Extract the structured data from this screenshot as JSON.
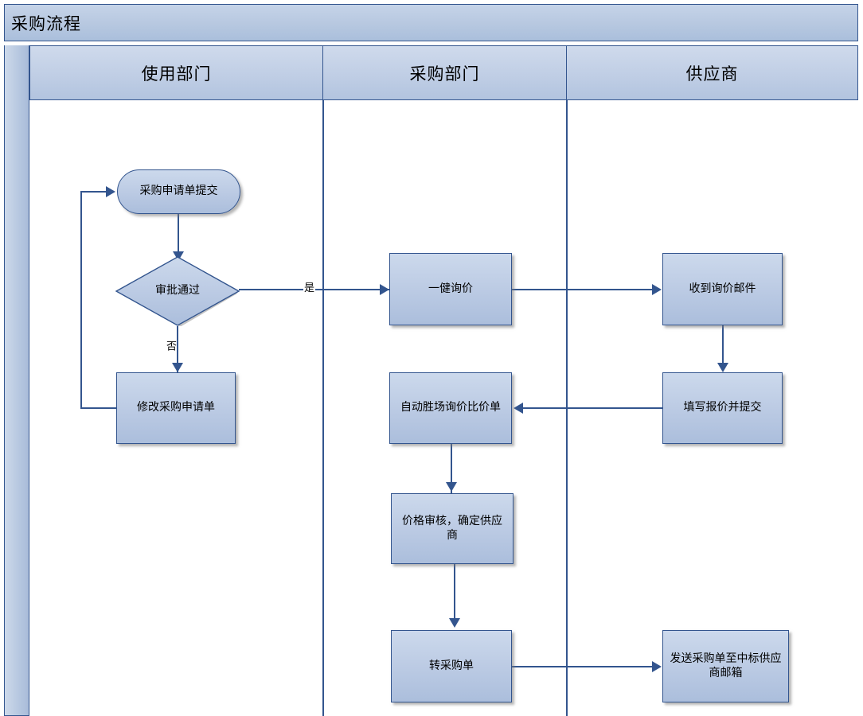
{
  "pool": {
    "title": "采购流程",
    "lanes": [
      {
        "label": "使用部门"
      },
      {
        "label": "采购部门"
      },
      {
        "label": "供应商"
      }
    ]
  },
  "nodes": {
    "submit_request": {
      "label": "采购申请单提交",
      "shape": "rounded"
    },
    "approval_check": {
      "label": "审批通过",
      "shape": "diamond"
    },
    "modify_request": {
      "label": "修改采购申请单",
      "shape": "process"
    },
    "one_click_inquiry": {
      "label": "一健询价",
      "shape": "process"
    },
    "auto_compare": {
      "label": "自动胜场询价比价单",
      "shape": "process"
    },
    "price_review": {
      "label": "价格审核，确定供应商",
      "shape": "process"
    },
    "to_purchase_order": {
      "label": "转采购单",
      "shape": "process"
    },
    "receive_mail": {
      "label": "收到询价邮件",
      "shape": "process"
    },
    "fill_quote": {
      "label": "填写报价并提交",
      "shape": "process"
    },
    "send_po_mail": {
      "label": "发送采购单至中标供应商邮箱",
      "shape": "process"
    }
  },
  "edge_labels": {
    "yes": "是",
    "no": "否"
  },
  "colors": {
    "line": "#33558e",
    "shape_fill_top": "#ccd9ec",
    "shape_fill_bottom": "#abbedc",
    "header_fill": "#c0cee5",
    "title_fill": "#b7c8e0"
  }
}
